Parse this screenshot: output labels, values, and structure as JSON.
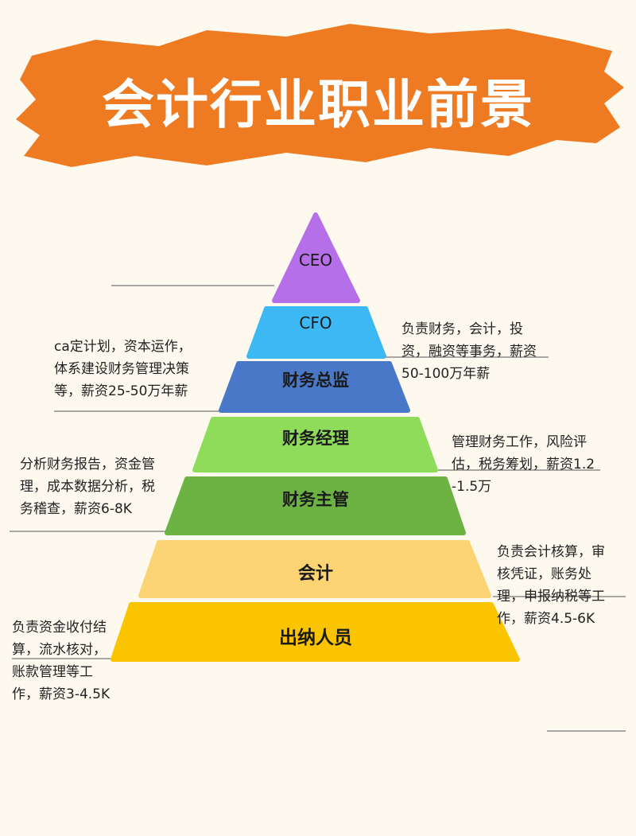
{
  "title": "会计行业职业前景",
  "colors": {
    "background": "#fdf9ee",
    "banner": "#ee7a22",
    "ceo": "#b56fe8",
    "cfo": "#3cb8f2",
    "director": "#4a78c8",
    "manager": "#8fdc5a",
    "supervisor": "#6db344",
    "accountant": "#fcd474",
    "cashier": "#fbc400"
  },
  "levels": [
    {
      "label": "CEO"
    },
    {
      "label": "CFO"
    },
    {
      "label": "财务总监"
    },
    {
      "label": "财务经理"
    },
    {
      "label": "财务主管"
    },
    {
      "label": "会计"
    },
    {
      "label": "出纳人员"
    }
  ],
  "notes": {
    "cfo": [
      "负责财务，会计，投",
      "资，融资等事务，薪资",
      "50-100万年薪"
    ],
    "director": [
      "ca定计划，资本运作，",
      "体系建设财务管理决策",
      "等，薪资25-50万年薪"
    ],
    "manager": [
      "管理财务工作，风险评",
      "估，税务筹划，薪资1.2",
      "-1.5万"
    ],
    "supervisor": [
      "分析财务报告，资金管",
      "理，成本数据分析，税",
      "务稽查，薪资6-8K"
    ],
    "accountant": [
      "负责会计核算，审",
      "核凭证，账务处",
      "理，申报纳税等工",
      "作，薪资4.5-6K"
    ],
    "cashier": [
      "负责资金收付结",
      "算，流水核对，",
      "账款管理等工",
      "作，薪资3-4.5K"
    ]
  }
}
